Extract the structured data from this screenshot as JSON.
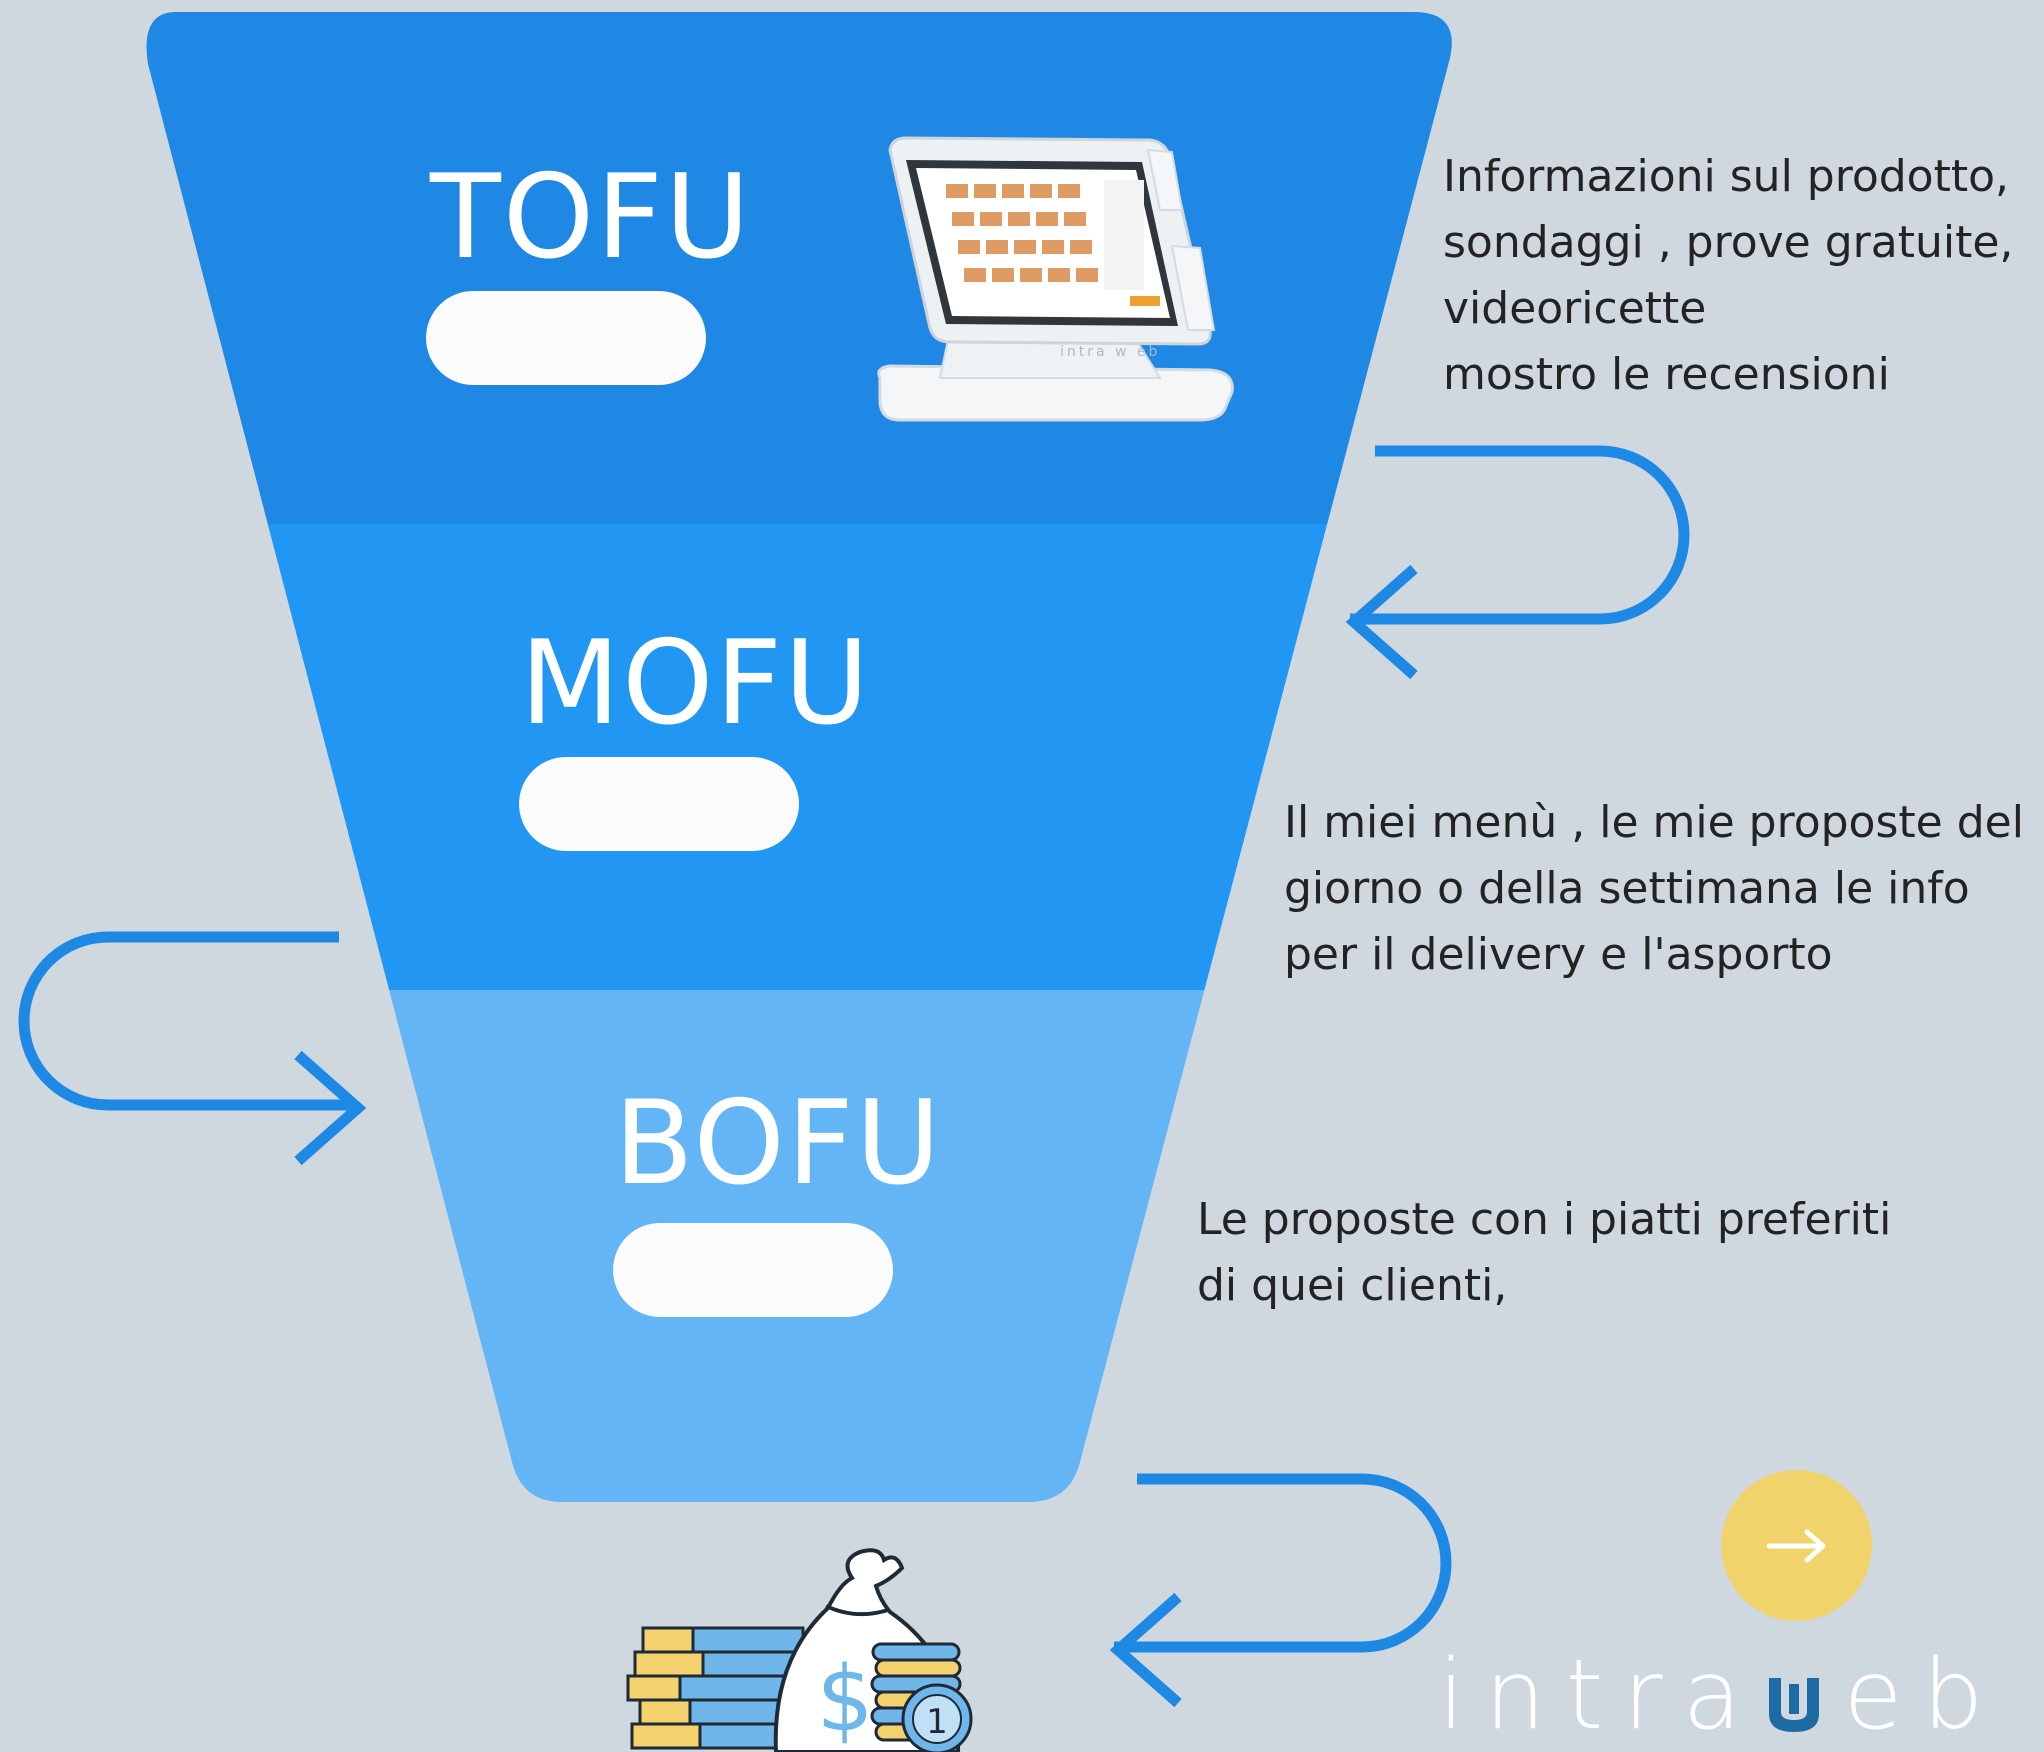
{
  "stages": [
    {
      "name": "TOFU",
      "description": "Informazioni sul prodotto,\nsondaggi , prove gratuite,\nvideoricette\nmostro le recensioni"
    },
    {
      "name": "MOFU",
      "description": "Il miei menù , le mie proposte del\ngiorno o della settimana le info\nper il delivery e l'asporto"
    },
    {
      "name": "BOFU",
      "description": "Le proposte con i piatti preferiti\ndi quei clienti,"
    }
  ],
  "brand": {
    "text_left": "intra",
    "text_right": "eb",
    "logo_icon": "intraweb-w-logo"
  },
  "next_button": {
    "icon": "arrow-right-icon"
  },
  "colors": {
    "background": "#cfd8df",
    "tofu": "#1f88e5",
    "mofu": "#2196f3",
    "bofu": "#64b5f6",
    "arrow": "#1e88e5",
    "next_button": "#f1d36b",
    "logo_accent": "#1e6aa3"
  }
}
